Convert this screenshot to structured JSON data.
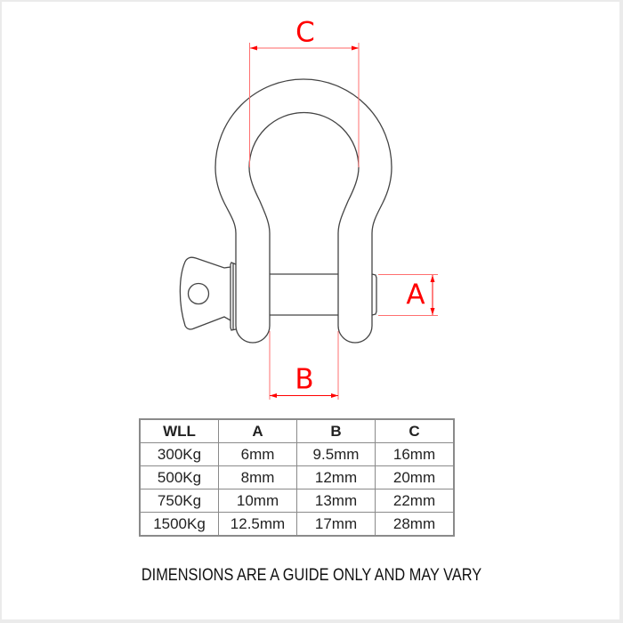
{
  "diagram": {
    "subject": "bow shackle with screw pin",
    "dimension_labels": {
      "a": "A",
      "b": "B",
      "c": "C"
    },
    "colors": {
      "dimension": "#ff0000",
      "outline": "#444444",
      "table_border": "#8a8a8a",
      "frame": "#ebebeb"
    }
  },
  "table": {
    "headers": [
      "WLL",
      "A",
      "B",
      "C"
    ],
    "rows": [
      [
        "300Kg",
        "6mm",
        "9.5mm",
        "16mm"
      ],
      [
        "500Kg",
        "8mm",
        "12mm",
        "20mm"
      ],
      [
        "750Kg",
        "10mm",
        "13mm",
        "22mm"
      ],
      [
        "1500Kg",
        "12.5mm",
        "17mm",
        "28mm"
      ]
    ]
  },
  "footer": {
    "disclaimer": "DIMENSIONS ARE A GUIDE ONLY AND MAY VARY"
  }
}
